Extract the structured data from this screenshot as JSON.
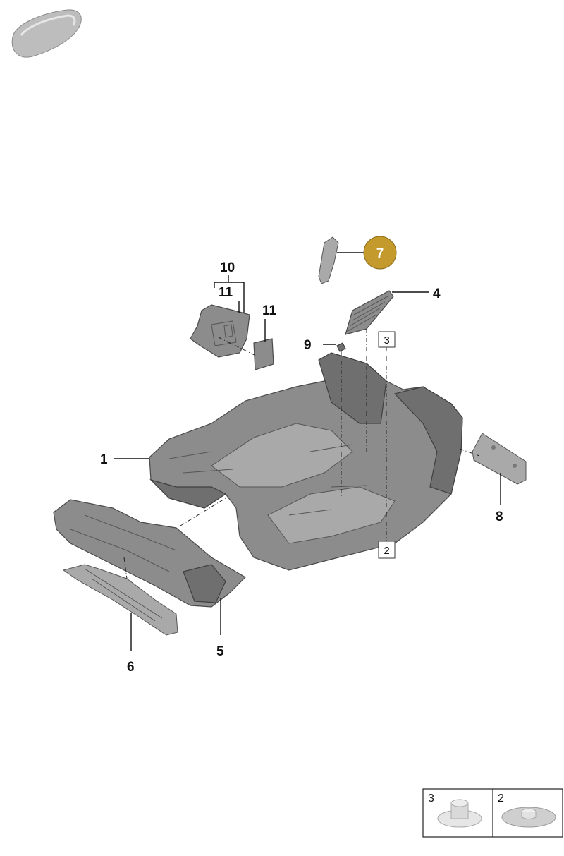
{
  "callouts": {
    "c1": "1",
    "c4": "4",
    "c5": "5",
    "c6": "6",
    "c7": "7",
    "c8": "8",
    "c9": "9",
    "c10": "10",
    "c11a": "11",
    "c11b": "11"
  },
  "boxed_refs": {
    "b3": "3",
    "b2": "2"
  },
  "legend": {
    "cells": [
      {
        "label": "3",
        "icon": "push-clip-tall"
      },
      {
        "label": "2",
        "icon": "push-clip-flat"
      }
    ]
  },
  "colors": {
    "highlight": "#c49a2c",
    "highlight_text": "#ffffff",
    "part_fill": "#8c8c8c"
  },
  "icons": [
    "car-silhouette-icon"
  ]
}
